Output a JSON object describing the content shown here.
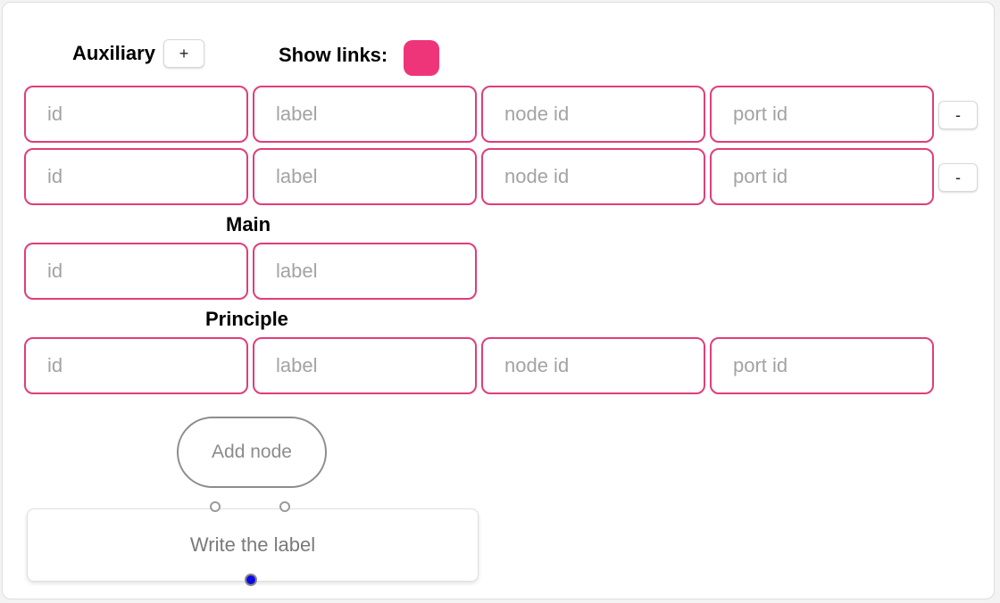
{
  "auxiliary": {
    "heading": "Auxiliary",
    "add_label": "+",
    "rows": [
      {
        "id_placeholder": "id",
        "label_placeholder": "label",
        "node_id_placeholder": "node id",
        "port_id_placeholder": "port id",
        "remove_label": "-"
      },
      {
        "id_placeholder": "id",
        "label_placeholder": "label",
        "node_id_placeholder": "node id",
        "port_id_placeholder": "port id",
        "remove_label": "-"
      }
    ]
  },
  "show_links": {
    "label": "Show links:",
    "color": "#ef3579"
  },
  "main": {
    "heading": "Main",
    "id_placeholder": "id",
    "label_placeholder": "label"
  },
  "principle": {
    "heading": "Principle",
    "id_placeholder": "id",
    "label_placeholder": "label",
    "node_id_placeholder": "node id",
    "port_id_placeholder": "port id"
  },
  "add_node": {
    "label": "Add node"
  },
  "preview_node": {
    "label": "Write the label"
  },
  "colors": {
    "field_border": "#df3e7a",
    "main_port": "#0a0ae6"
  }
}
